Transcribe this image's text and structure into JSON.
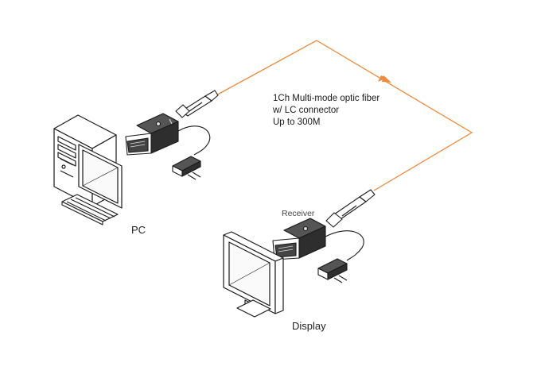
{
  "labels": {
    "fiber_description": [
      "1Ch Multi-mode optic fiber",
      "w/ LC connector",
      "Up to 300M"
    ],
    "pc": "PC",
    "display": "Display",
    "receiver": "Receiver"
  },
  "colors": {
    "fiber": "#f08a3c",
    "line": "#1a1a1a",
    "device_dark": "#3a3a3a"
  },
  "icons": [
    "pc-tower-icon",
    "monitor-icon",
    "transmitter-module-icon",
    "receiver-module-icon",
    "power-adapter-icon",
    "lc-connector-icon",
    "direction-arrow-icon"
  ]
}
